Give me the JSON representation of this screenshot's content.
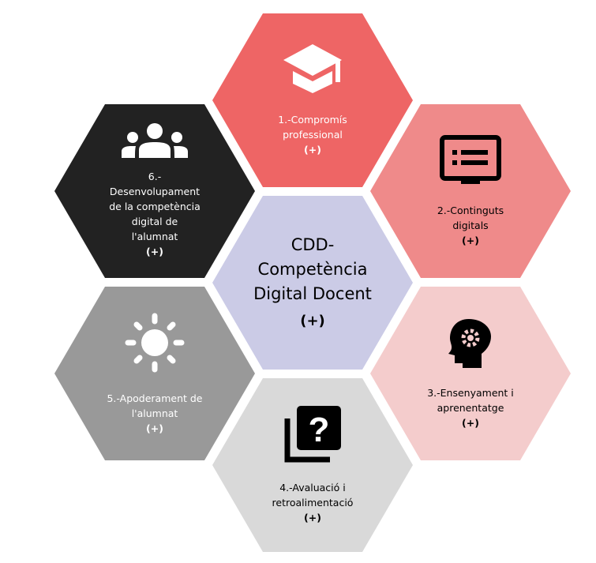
{
  "center": {
    "title": "CDD-Competència Digital Docent",
    "plus": "(+)",
    "color": "#cbcbe6",
    "text_color": "#000000"
  },
  "hexagons": [
    {
      "label": "1.-Compromís professional",
      "plus": "(+)",
      "icon": "graduation-cap-icon",
      "color": "#ee6565",
      "text_color": "#ffffff"
    },
    {
      "label": "2.-Continguts digitals",
      "plus": "(+)",
      "icon": "monitor-list-icon",
      "color": "#ef8a8a",
      "text_color": "#000000"
    },
    {
      "label": "3.-Ensenyament i aprenentatge",
      "plus": "(+)",
      "icon": "head-gear-icon",
      "color": "#f4cccc",
      "text_color": "#000000"
    },
    {
      "label": "4.-Avaluació i retroalimentació",
      "plus": "(+)",
      "icon": "question-library-icon",
      "color": "#d9d9d9",
      "text_color": "#000000"
    },
    {
      "label": "5.-Apoderament de l'alumnat",
      "plus": "(+)",
      "icon": "sun-icon",
      "color": "#999999",
      "text_color": "#ffffff"
    },
    {
      "label": "6.-Desenvolupament de la competència digital de l'alumnat",
      "plus": "(+)",
      "icon": "group-icon",
      "color": "#222222",
      "text_color": "#ffffff"
    }
  ]
}
